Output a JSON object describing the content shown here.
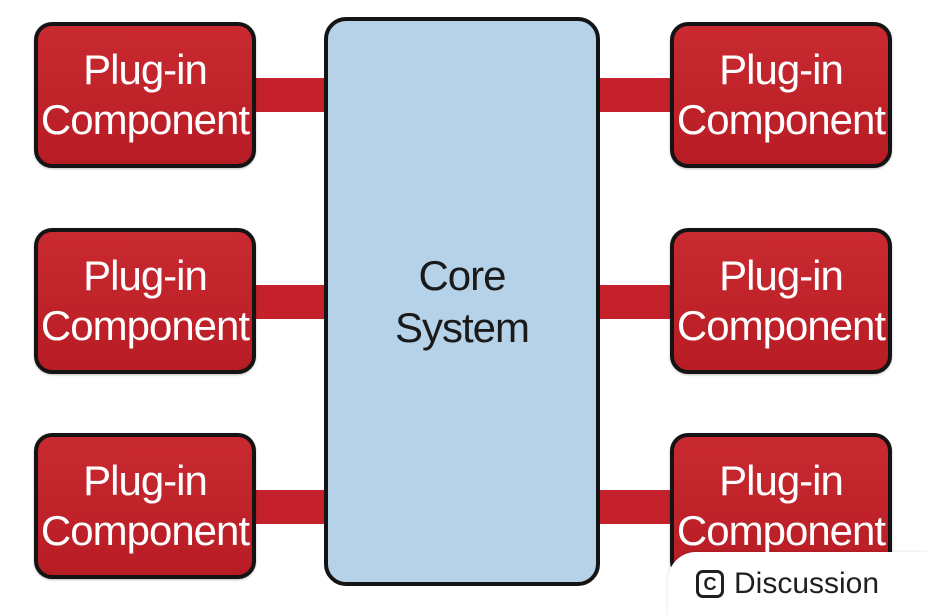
{
  "diagram": {
    "plugin_label_line1": "Plug-in",
    "plugin_label_line2": "Component",
    "core_label_line1": "Core",
    "core_label_line2": "System"
  },
  "discussion": {
    "label": "Discussion",
    "icon": "C"
  },
  "colors": {
    "plugin_fill": "#c4212c",
    "core_fill": "#b5d2e8",
    "outline": "#141414"
  }
}
